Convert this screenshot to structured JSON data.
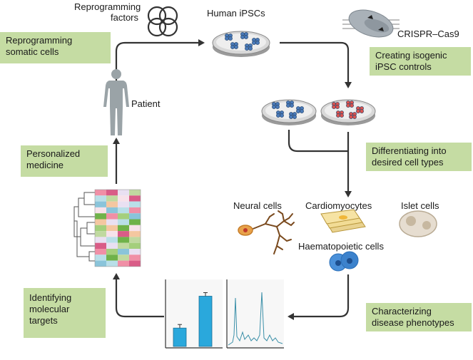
{
  "labels": {
    "reprogramming_factors": "Reprogramming\nfactors",
    "human_ipscs": "Human iPSCs",
    "crispr": "CRISPR–Cas9",
    "patient": "Patient",
    "neural": "Neural cells",
    "cardio": "Cardiomyocytes",
    "islet": "Islet cells",
    "haemato": "Haematopoietic cells"
  },
  "callouts": {
    "reprogramming": "Reprogramming\nsomatic cells",
    "isogenic": "Creating isogenic\niPSC controls",
    "differentiating": "Differentiating into\ndesired cell types",
    "characterizing": "Characterizing\ndisease phenotypes",
    "identifying": "Identifying\nmolecular\ntargets",
    "personalized": "Personalized\nmedicine"
  },
  "colors": {
    "callout_bg": "#c5dca3",
    "arrow": "#333333",
    "cell_blue": "#4a7ab8",
    "cell_red": "#d9534f",
    "bar_blue": "#2aa8dc"
  },
  "bar_chart": {
    "values": [
      0.3,
      0.82
    ]
  },
  "icons": [
    "interlocking-rings-icon",
    "petri-dish-icon",
    "crispr-cas9-icon",
    "patient-figure-icon",
    "heatmap-icon",
    "neuron-icon",
    "cardiomyocyte-icon",
    "islet-cell-icon",
    "haematopoietic-cell-icon",
    "bar-chart-icon",
    "spectrum-trace-icon"
  ]
}
